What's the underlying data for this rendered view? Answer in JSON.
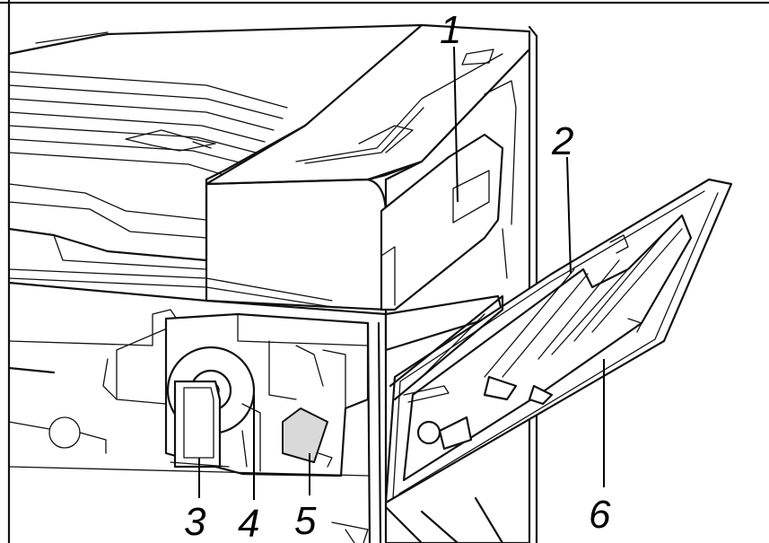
{
  "diagram": {
    "background": "#ffffff",
    "line_color": "#111111",
    "callouts": [
      {
        "id": "c1",
        "text": "1"
      },
      {
        "id": "c2",
        "text": "2"
      },
      {
        "id": "c3",
        "text": "3"
      },
      {
        "id": "c4",
        "text": "4"
      },
      {
        "id": "c5",
        "text": "5"
      },
      {
        "id": "c6",
        "text": "6"
      }
    ]
  }
}
